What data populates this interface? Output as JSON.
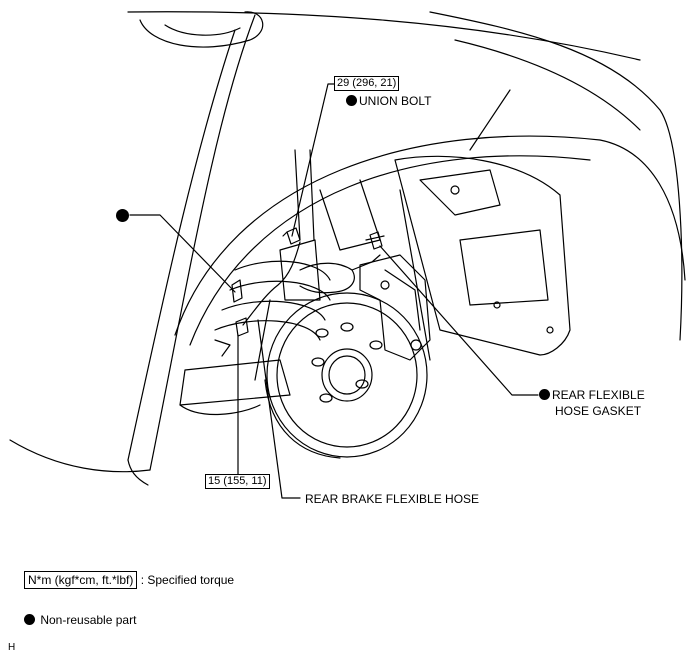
{
  "callouts": {
    "union_bolt_torque": "29 (296, 21)",
    "union_bolt_label": "UNION BOLT",
    "lower_torque": "15 (155, 11)",
    "hose_label": "REAR BRAKE FLEXIBLE HOSE",
    "gasket_label_line1": "REAR FLEXIBLE",
    "gasket_label_line2": "HOSE GASKET"
  },
  "legend": {
    "torque_units": "N*m (kgf*cm, ft.*lbf)",
    "torque_desc": ": Specified torque",
    "nonreusable_desc": "Non-reusable part"
  },
  "corner_mark": "H",
  "icons": [
    "non-reusable-dot-icon"
  ]
}
